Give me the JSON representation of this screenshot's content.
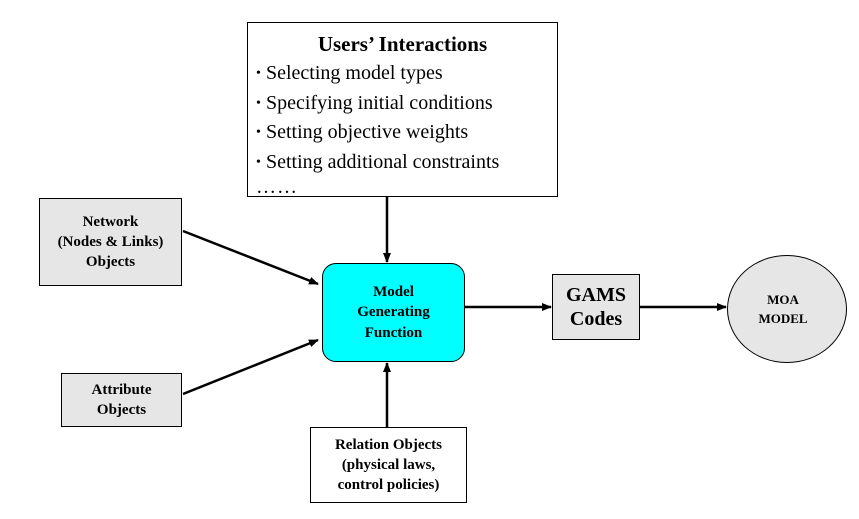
{
  "users_box": {
    "title": "Users’ Interactions",
    "items": [
      "Selecting model types",
      "Specifying initial conditions",
      "Setting objective weights",
      "Setting additional constraints"
    ],
    "bullet": "•",
    "more": "……"
  },
  "network_box": {
    "lines": [
      "Network",
      "(Nodes & Links)",
      "Objects"
    ]
  },
  "attribute_box": {
    "lines": [
      "Attribute",
      "Objects"
    ]
  },
  "model_box": {
    "lines": [
      "Model",
      "Generating",
      "Function"
    ]
  },
  "relation_box": {
    "lines": [
      "Relation Objects",
      "(physical laws,",
      "control policies)"
    ]
  },
  "gams_box": {
    "lines": [
      "GAMS",
      "Codes"
    ]
  },
  "moa_node": {
    "lines": [
      "MOA",
      "MODEL"
    ]
  },
  "colors": {
    "model_fill": "#00ffff",
    "grey_fill": "#e6e6e6",
    "line": "#000000"
  }
}
